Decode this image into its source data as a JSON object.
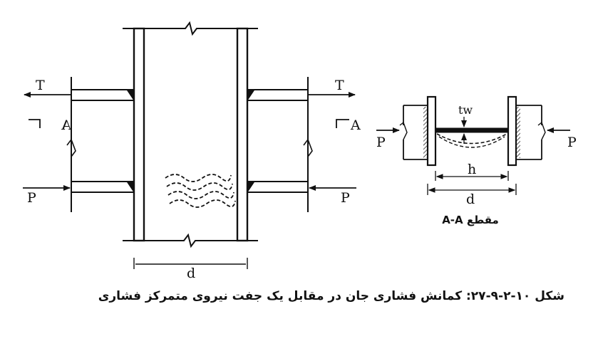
{
  "labels": {
    "T": "T",
    "A": "A",
    "A_flipped": "A",
    "P": "P",
    "d": "d",
    "tw": "tw",
    "h": "h",
    "section": "مقطع A-A"
  },
  "caption": {
    "line1": "شکل ۱۰-۲-۹-۲۷: کمانش فشاری جان در مقابل یک جفت نیروی متمرکز فشاری"
  }
}
